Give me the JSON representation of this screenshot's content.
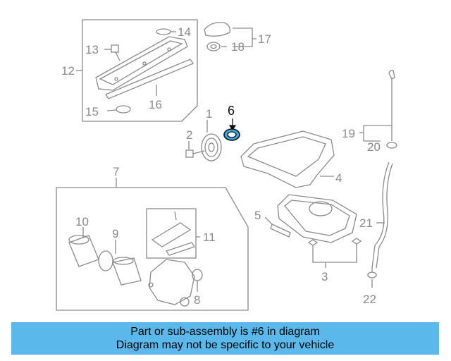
{
  "callouts": {
    "c1": "1",
    "c2": "2",
    "c3": "3",
    "c4": "4",
    "c5": "5",
    "c6": "6",
    "c7": "7",
    "c8": "8",
    "c9": "9",
    "c10": "10",
    "c11": "11",
    "c12": "12",
    "c13": "13",
    "c14": "14",
    "c15": "15",
    "c16": "16",
    "c17": "17",
    "c18": "18",
    "c19": "19",
    "c20": "20",
    "c21": "21",
    "c22": "22"
  },
  "highlighted_part": "6",
  "colors": {
    "highlight": "#3aa7dc",
    "line": "#8a8a8a",
    "banner": "#5ab8ea"
  },
  "banner": {
    "line1": "Part or sub-assembly is #6 in diagram",
    "line2": "Diagram may not be specific to your vehicle"
  }
}
